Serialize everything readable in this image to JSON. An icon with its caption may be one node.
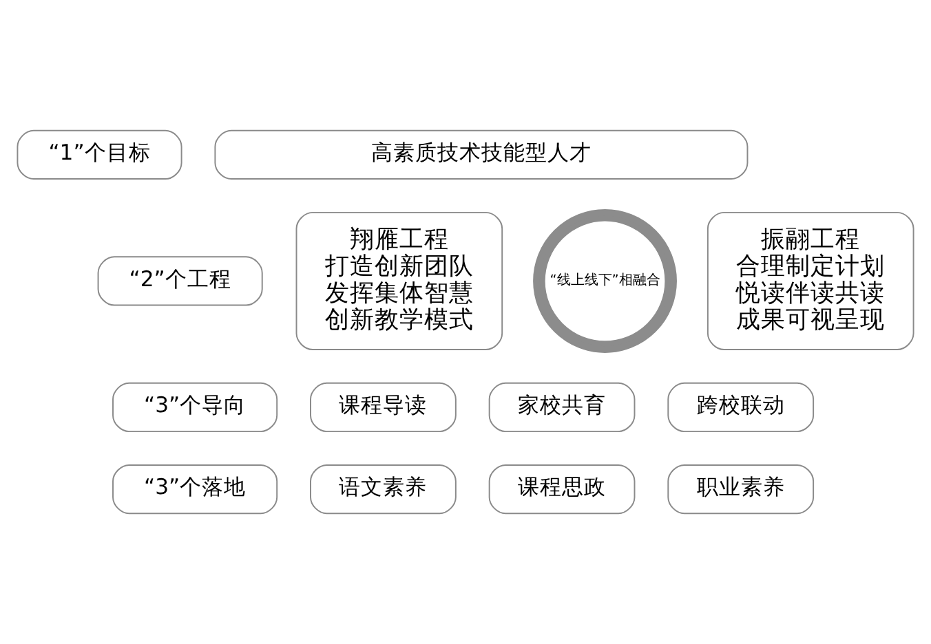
{
  "diagram": {
    "nodes": [
      {
        "text": [
          "“1”个目标"
        ]
      },
      {
        "text": [
          "高素质技术技能型人才"
        ]
      },
      {
        "text": [
          "“2”个工程"
        ]
      },
      {
        "text": [
          "翔雁工程",
          "打造创新团队",
          "发挥集体智慧",
          "创新教学模式"
        ]
      },
      {
        "text": [
          "“线上线下”相融合"
        ]
      },
      {
        "text": [
          "振翮工程",
          "合理制定计划",
          "悦读伴读共读",
          "成果可视呈现"
        ]
      },
      {
        "text": [
          "“3”个导向"
        ]
      },
      {
        "text": [
          "课程导读"
        ]
      },
      {
        "text": [
          "家校共育"
        ]
      },
      {
        "text": [
          "跨校联动"
        ]
      },
      {
        "text": [
          "“3”个落地"
        ]
      },
      {
        "text": [
          "语文素养"
        ]
      },
      {
        "text": [
          "课程思政"
        ]
      },
      {
        "text": [
          "职业素养"
        ]
      }
    ],
    "edges": []
  }
}
